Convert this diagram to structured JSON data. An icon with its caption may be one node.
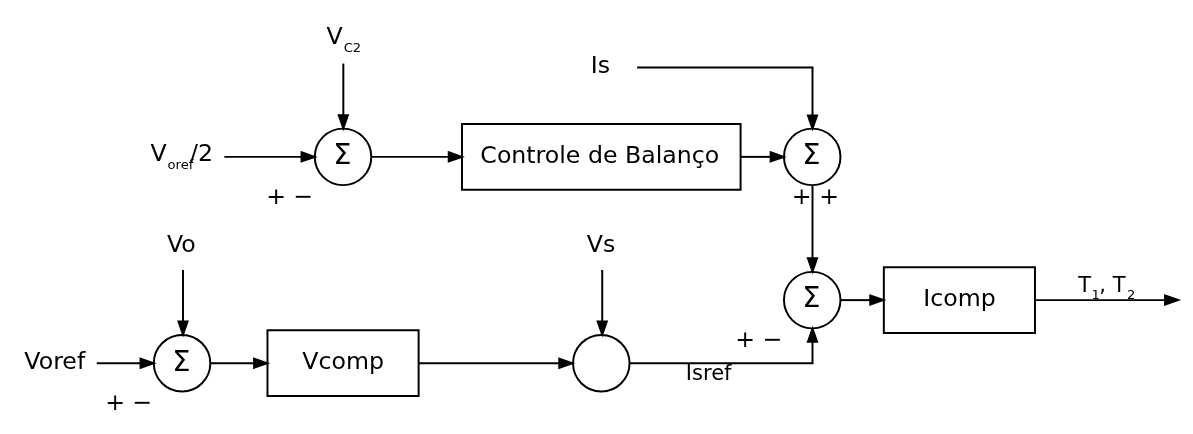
{
  "diagram": {
    "nodes": [
      {
        "text": [
          "Voref"
        ]
      },
      {
        "text": [
          "Σ"
        ],
        "beside": [
          "+",
          "−"
        ]
      },
      {
        "text": [
          "Vcomp"
        ]
      },
      {
        "text": [],
        "shape": "circle"
      },
      {
        "text": [
          "Σ"
        ],
        "beside": [
          "+",
          "−"
        ]
      },
      {
        "text": [
          "Icomp"
        ]
      },
      {
        "text": [
          "Vo"
        ]
      },
      {
        "text": [
          "Vs"
        ]
      },
      {
        "text": [
          "Is"
        ]
      },
      {
        "text": [
          "Σ"
        ],
        "beside": [
          "+",
          "+"
        ]
      },
      {
        "text": [
          "V$_{oref}$/2"
        ]
      },
      {
        "text": [
          "Σ"
        ],
        "beside": [
          "+",
          "−"
        ]
      },
      {
        "text": [
          "Controle de Balanço"
        ]
      },
      {
        "text": [
          "V$_{C2}$"
        ]
      }
    ],
    "edges": [
      {
        "from": 0,
        "to": 1,
        "arrow": "to"
      },
      {
        "from": 6,
        "to": 1,
        "arrow": "to"
      },
      {
        "from": 1,
        "to": 2,
        "arrow": "to"
      },
      {
        "from": 2,
        "to": 3,
        "arrow": "to"
      },
      {
        "from": 7,
        "to": 3,
        "arrow": "to"
      },
      {
        "from": 3,
        "to": 4,
        "label": "Isref",
        "arrow": "to"
      },
      {
        "from": 4,
        "to": 5,
        "arrow": "to"
      },
      {
        "from": 5,
        "to": null,
        "label": "T$_{1}$, T$_{2}$",
        "arrow": "to"
      },
      {
        "from": 9,
        "to": 4,
        "arrow": "to"
      },
      {
        "from": 8,
        "to": 9,
        "arrow": "to"
      },
      {
        "from": 10,
        "to": 11,
        "arrow": "to"
      },
      {
        "from": 13,
        "to": 11,
        "arrow": "to"
      },
      {
        "from": 11,
        "to": 12,
        "arrow": "to"
      },
      {
        "from": 12,
        "to": 9,
        "arrow": "to"
      }
    ]
  }
}
